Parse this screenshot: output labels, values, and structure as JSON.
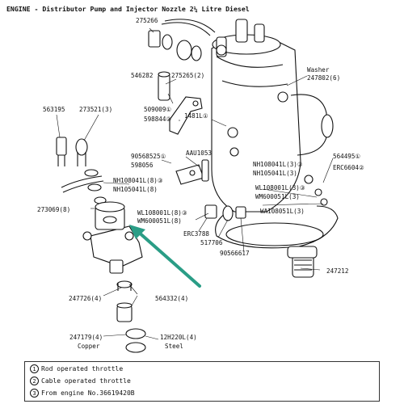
{
  "title": "ENGINE - Distributor Pump and Injector Nozzle 2¼ Litre Diesel",
  "labels": [
    "275266",
    "546282",
    "275265(2)",
    "Washer",
    "247802(6)",
    "563195",
    "273521(3)",
    "509009①",
    "598844②",
    "1481L①",
    "90568525①",
    "598056",
    "AAU1053",
    "NH108041L(8)③",
    "NH105041L(8)",
    "WL108001L(8)③",
    "WM600051L(8)",
    "273069(8)",
    "ERC3788",
    "517706",
    "90566617",
    "564495①",
    "ERC6604②",
    "NH108041L(3)③",
    "NH105041L(3)",
    "WL108001L(3)③",
    "WM600051L(3)",
    "WA108051L(3)",
    "247212",
    "247726(4)",
    "564332(4)",
    "247179(4)",
    "Copper",
    "12H220L(4)",
    "Steel"
  ],
  "legend": [
    {
      "num": "1",
      "text": "Rod operated throttle"
    },
    {
      "num": "2",
      "text": "Cable operated throttle"
    },
    {
      "num": "3",
      "text": "From engine No.36619420B"
    }
  ],
  "colors": {
    "line": "#111111",
    "pointer": "#2a9d86",
    "paper": "#ffffff"
  }
}
